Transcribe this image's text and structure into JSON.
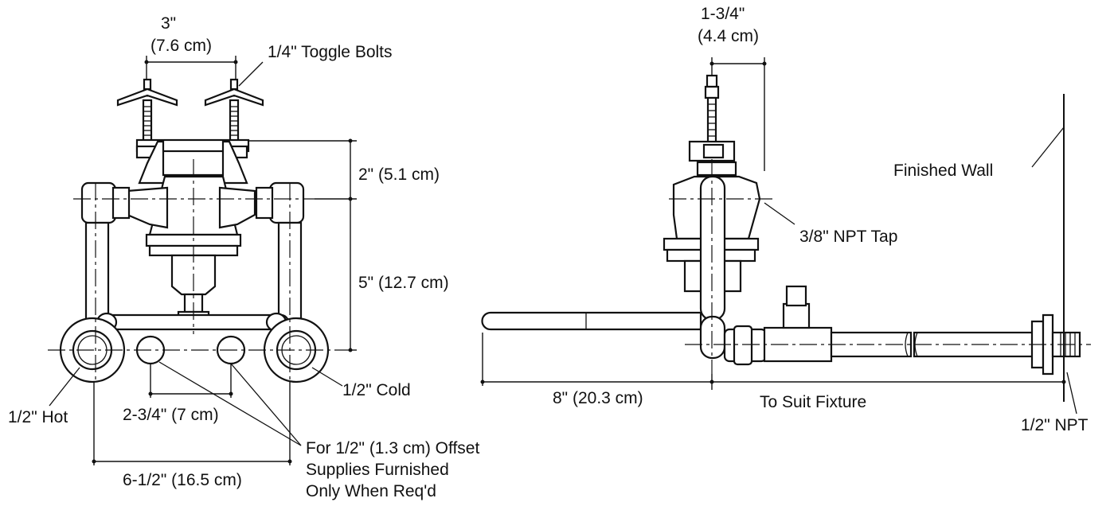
{
  "front_view": {
    "dim_top_in": "3\"",
    "dim_top_cm": "(7.6 cm)",
    "toggle_bolts": "1/4\" Toggle Bolts",
    "dim_2in": "2\" (5.1 cm)",
    "dim_5in": "5\" (12.7 cm)",
    "cold": "1/2\" Cold",
    "hot": "1/2\" Hot",
    "dim_234": "2-3/4\" (7 cm)",
    "dim_612": "6-1/2\" (16.5 cm)",
    "offset_note": [
      "For 1/2\" (1.3 cm) Offset",
      "Supplies Furnished",
      "Only When Req'd"
    ]
  },
  "side_view": {
    "dim_top_in": "1-3/4\"",
    "dim_top_cm": "(4.4 cm)",
    "npt_tap": "3/8\" NPT Tap",
    "finished_wall": "Finished Wall",
    "dim_8in": "8\" (20.3 cm)",
    "to_suit": "To Suit Fixture",
    "npt": "1/2\" NPT"
  }
}
